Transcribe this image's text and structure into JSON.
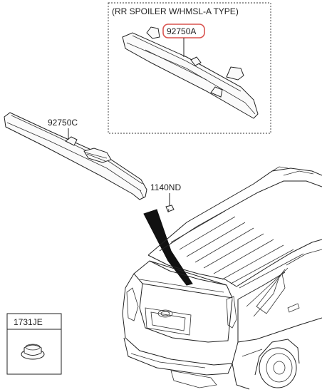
{
  "diagram": {
    "inset_caption": "(RR SPOILER W/HMSL-A TYPE)",
    "parts": [
      {
        "id": "92750A",
        "highlighted": true
      },
      {
        "id": "92750C",
        "highlighted": false
      },
      {
        "id": "1140ND",
        "highlighted": false
      },
      {
        "id": "1731JE",
        "highlighted": false
      }
    ],
    "colors": {
      "line": "#222222",
      "highlight": "#d9534f",
      "background": "#ffffff"
    }
  }
}
